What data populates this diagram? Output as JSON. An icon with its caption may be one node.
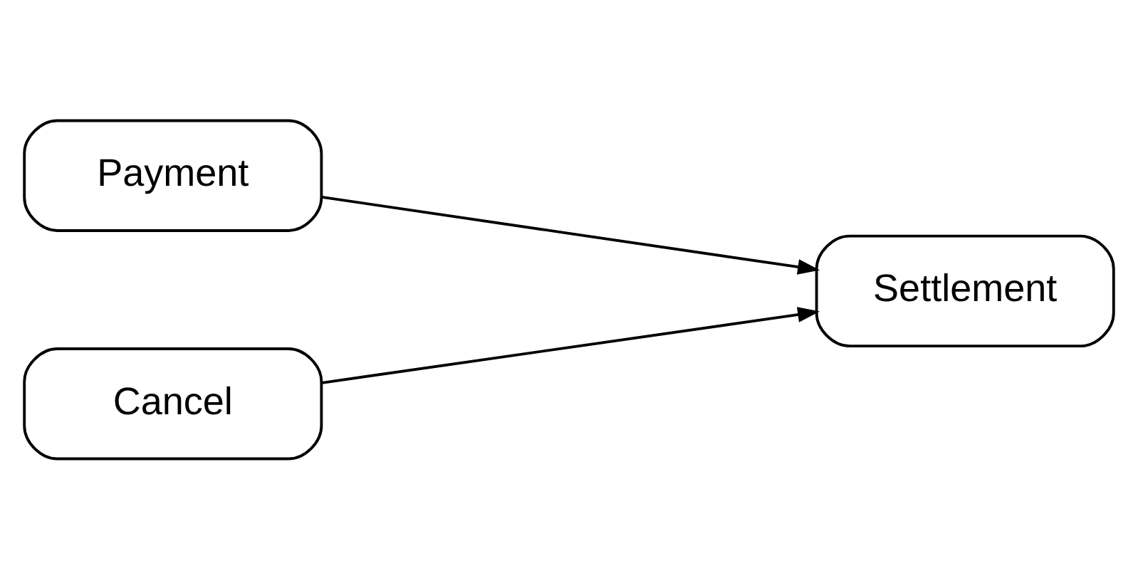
{
  "diagram": {
    "nodes": [
      {
        "text": [
          "Payment"
        ]
      },
      {
        "text": [
          "Cancel"
        ]
      },
      {
        "text": [
          "Settlement"
        ]
      }
    ],
    "edges": [
      {
        "from": 0,
        "to": 2,
        "arrow": "to"
      },
      {
        "from": 1,
        "to": 2,
        "arrow": "to"
      }
    ]
  }
}
